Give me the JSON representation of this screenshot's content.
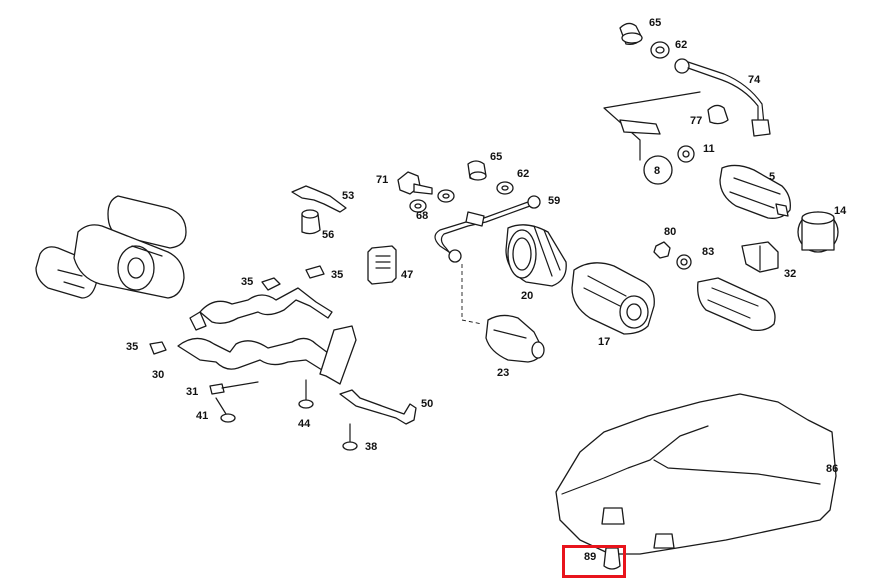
{
  "highlight": {
    "label": "89",
    "color": "#e8141c"
  },
  "labels": {
    "l65a": "65",
    "l62a": "62",
    "l74": "74",
    "l77": "77",
    "l11": "11",
    "l8": "8",
    "l5": "5",
    "l14": "14",
    "l80": "80",
    "l83": "83",
    "l32": "32",
    "l53": "53",
    "l71": "71",
    "l68": "68",
    "l65b": "65",
    "l62b": "62",
    "l59": "59",
    "l56": "56",
    "l47": "47",
    "l35a": "35",
    "l35b": "35",
    "l35c": "35",
    "l30": "30",
    "l31": "31",
    "l41": "41",
    "l44": "44",
    "l38": "38",
    "l50": "50",
    "l20": "20",
    "l17": "17",
    "l23": "23",
    "l86": "86",
    "l89": "89"
  }
}
